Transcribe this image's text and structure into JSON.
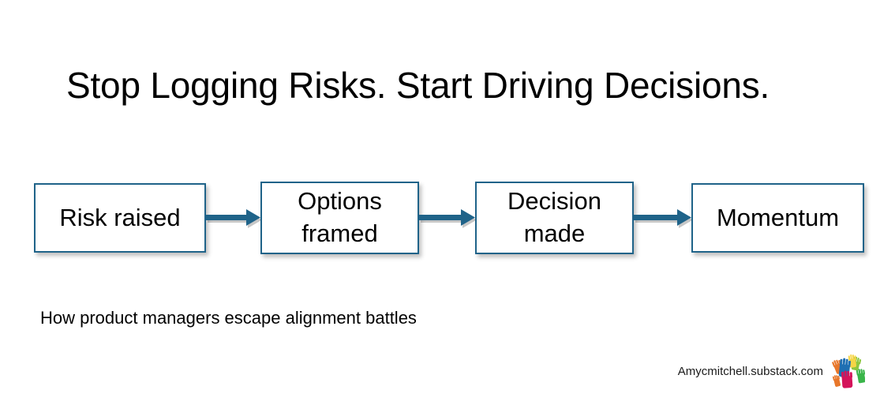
{
  "slide": {
    "title": "Stop Logging Risks. Start Driving Decisions.",
    "subtitle": "How product managers escape alignment battles",
    "background_color": "#FFFFFF"
  },
  "flow": {
    "accent_color": "#1F6389",
    "box_fill": "#FFFFFF",
    "text_color": "#000000",
    "nodes": [
      {
        "label": "Risk  raised"
      },
      {
        "label": "Options\nframed"
      },
      {
        "label": "Decision\nmade"
      },
      {
        "label": "Momentum"
      }
    ],
    "connectors": [
      {
        "name": "arrow-risk-to-options",
        "direction": "right"
      },
      {
        "name": "arrow-options-to-decision",
        "direction": "right"
      },
      {
        "name": "arrow-decision-to-momentum",
        "direction": "right"
      }
    ]
  },
  "footer": {
    "text": "Amycmitchell.substack.com",
    "logo_name": "colorful-hands-logo",
    "logo_colors": [
      "#1F6FB2",
      "#E8772A",
      "#8CC63F",
      "#D4145A",
      "#F5D547",
      "#3AB54A"
    ]
  }
}
